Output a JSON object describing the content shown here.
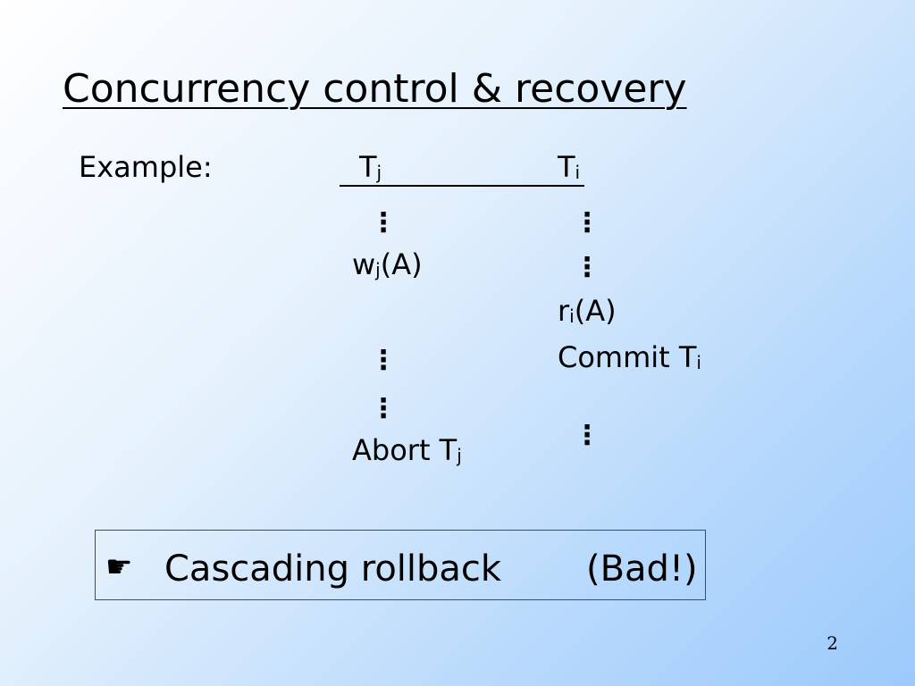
{
  "slide": {
    "title": "Concurrency control & recovery",
    "example_label": "Example:",
    "header_j": {
      "letter": "T",
      "sub": "j"
    },
    "header_i": {
      "letter": "T",
      "sub": "i"
    },
    "col_j": {
      "write": {
        "op": "w",
        "sub": "j",
        "arg": "(A)"
      },
      "abort": {
        "text": "Abort T",
        "sub": "j"
      }
    },
    "col_i": {
      "read": {
        "op": "r",
        "sub": "i",
        "arg": "(A)"
      },
      "commit": {
        "text": "Commit T",
        "sub": "i"
      }
    },
    "ellipsis": "⋮",
    "callout": {
      "icon": "pointing-hand-icon",
      "glyph": "☛",
      "text": "Cascading rollback",
      "note": "(Bad!)"
    },
    "page_number": "2"
  }
}
